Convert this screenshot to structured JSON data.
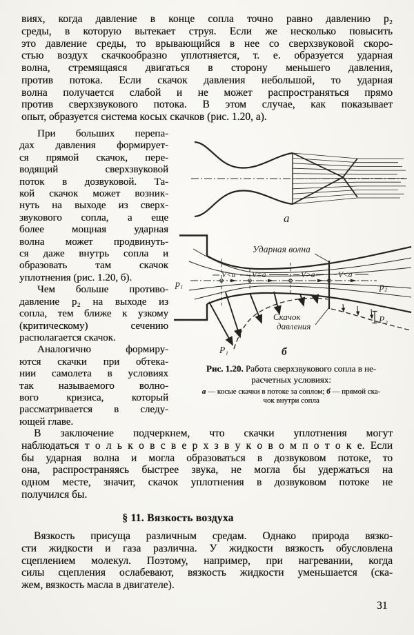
{
  "page": {
    "number": "31",
    "language": "ru",
    "ink_color": "#1d1b18",
    "paper_color": "#f6f5f0"
  },
  "paragraph_intro": {
    "lines": [
      "виях, когда давление в конце сопла точно равно давлению p₂",
      "среды, в которую вытекает струя. Если же несколько повысить",
      "это давление среды, то врывающийся в нее со сверхзвуковой скоро-",
      "стью воздух скачкообразно уплотняется, т. е. образуется ударная",
      "волна, стремящаяся двигаться в сторону меньшего давления,",
      "против потока. Если скачок давления небольшой, то ударная",
      "волна получается слабой и не может распространяться прямо",
      "против сверхзвукового потока. В этом случае, как показывает",
      "опыт, образуется система косых скачков (рис. 1.20, а)."
    ]
  },
  "left_column": {
    "para_direct_shock": {
      "lines": [
        "При больших перепа-",
        "дах давления формирует-",
        "ся прямой скачок, пере-",
        "водящий сверхзвуковой",
        "поток в дозвуковой. Та-",
        "кой скачок может возник-",
        "нуть на выходе из сверх-",
        "звукового сопла, а еще",
        "более мощная ударная",
        "волна может продвинуть-",
        "ся даже внутрь сопла и",
        "образовать там скачок",
        "уплотнения (рис. 1.20, б)."
      ]
    },
    "para_backpressure": {
      "lines": [
        "Чем больше противо-",
        "давление p₂ на выходе из",
        "сопла, тем ближе к узкому",
        "(критическому) сечению",
        "располагается скачок."
      ]
    },
    "para_wave_crisis": {
      "lines": [
        "Аналогично формиру-",
        "ются скачки при обтека-",
        "нии самолета в условиях",
        "так называемого волно-",
        "вого кризиса, который",
        "рассматривается в следу-",
        "ющей главе."
      ]
    }
  },
  "figure": {
    "a": {
      "label": "а"
    },
    "b": {
      "label": "б",
      "shock_wave_label": "Ударная волна",
      "pressure_jump_label_line1": "Скачок",
      "pressure_jump_label_line2": "давления",
      "v_label_1": "V<a",
      "v_label_2": "V=a",
      "v_label_3": "V>a",
      "v_label_4": "V<a",
      "p1_left": "p₁",
      "p1_bottom": "P₁",
      "p2_right": "p₂",
      "p2_bottom": "P₂"
    },
    "caption": {
      "fig_label": "Рис. 1.20.",
      "title_rest": " Работа сверхзвукового сопла в не-",
      "title_line2": "расчетных условиях:",
      "sub_a": "а",
      "sub_1": " — косые скачки в потоке за соплом; ",
      "sub_b": "б",
      "sub_2": " — прямой ска-",
      "sub_line2": "чок внутри сопла"
    }
  },
  "paragraph_conclusion": {
    "lines": [
      "В заключение подчеркнем, что скачки уплотнения могут",
      "наблюдаться т о л ь к о в с в е р х з в у к о в о м п о т о к е. Если",
      "бы ударная волна и могла образоваться в дозвуковом потоке, то",
      "она, распространяясь быстрее звука, не могла бы удержаться на",
      "одном месте, значит, скачок уплотнения в дозвуковом потоке не",
      "получился бы."
    ]
  },
  "section": {
    "heading": "§ 11. Вязкость воздуха"
  },
  "paragraph_viscosity": {
    "lines": [
      "Вязкость присуща различным средам. Однако природа вязко-",
      "сти жидкости и газа различна. У жидкости вязкость обусловлена",
      "сцеплением молекул. Поэтому, например, при нагревании, когда",
      "силы сцепления ослабевают, вязкость жидкости уменьшается (ска-",
      "жем, вязкость масла в двигателе)."
    ]
  }
}
